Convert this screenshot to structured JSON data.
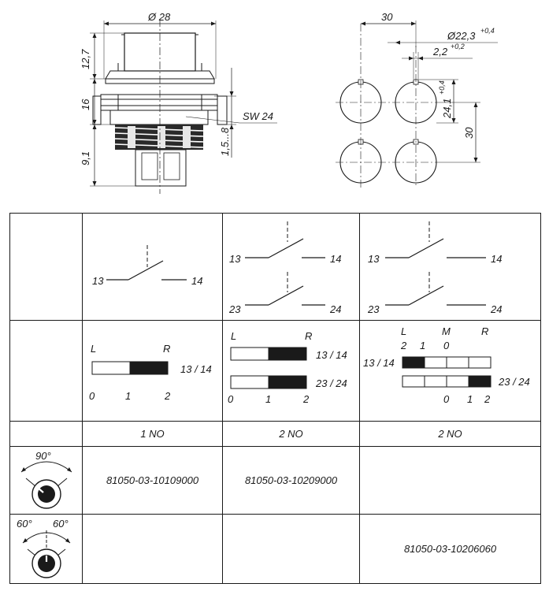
{
  "drawing": {
    "dims": {
      "d28": "Ø 28",
      "h127": "12,7",
      "h16": "16",
      "h91": "9,1",
      "sw24": "SW 24",
      "range": "1,5...8",
      "w30": "30",
      "d223": "Ø22,3",
      "d223tol": "+0,4",
      "w22": "2,2",
      "w22tol": "+0,2",
      "h241": "24,1",
      "h241tol": "+0,4",
      "v30": "30"
    }
  },
  "table": {
    "contacts": {
      "c1": {
        "a": "13",
        "b": "14"
      },
      "c2": {
        "a1": "13",
        "b1": "14",
        "a2": "23",
        "b2": "24"
      },
      "c3": {
        "a1": "13",
        "b1": "14",
        "a2": "23",
        "b2": "24"
      }
    },
    "positions": {
      "p1": {
        "L": "L",
        "R": "R",
        "label": "13 / 14",
        "s0": "0",
        "s1": "1",
        "s2": "2"
      },
      "p2": {
        "L": "L",
        "R": "R",
        "label1": "13 / 14",
        "label2": "23 / 24",
        "s0": "0",
        "s1": "1",
        "s2": "2"
      },
      "p3": {
        "L": "L",
        "M": "M",
        "R": "R",
        "t2": "2",
        "t1": "1",
        "t0": "0",
        "label1": "13 / 14",
        "label2": "23 / 24",
        "b0": "0",
        "b1": "1",
        "b2": "2"
      }
    },
    "types": [
      "1 NO",
      "2 NO",
      "2 NO"
    ],
    "row90": {
      "angle": "90°",
      "codes": [
        "81050-03-10109000",
        "81050-03-10209000",
        ""
      ]
    },
    "row60": {
      "angle1": "60°",
      "angle2": "60°",
      "codes": [
        "",
        "",
        "81050-03-10206060"
      ]
    }
  }
}
